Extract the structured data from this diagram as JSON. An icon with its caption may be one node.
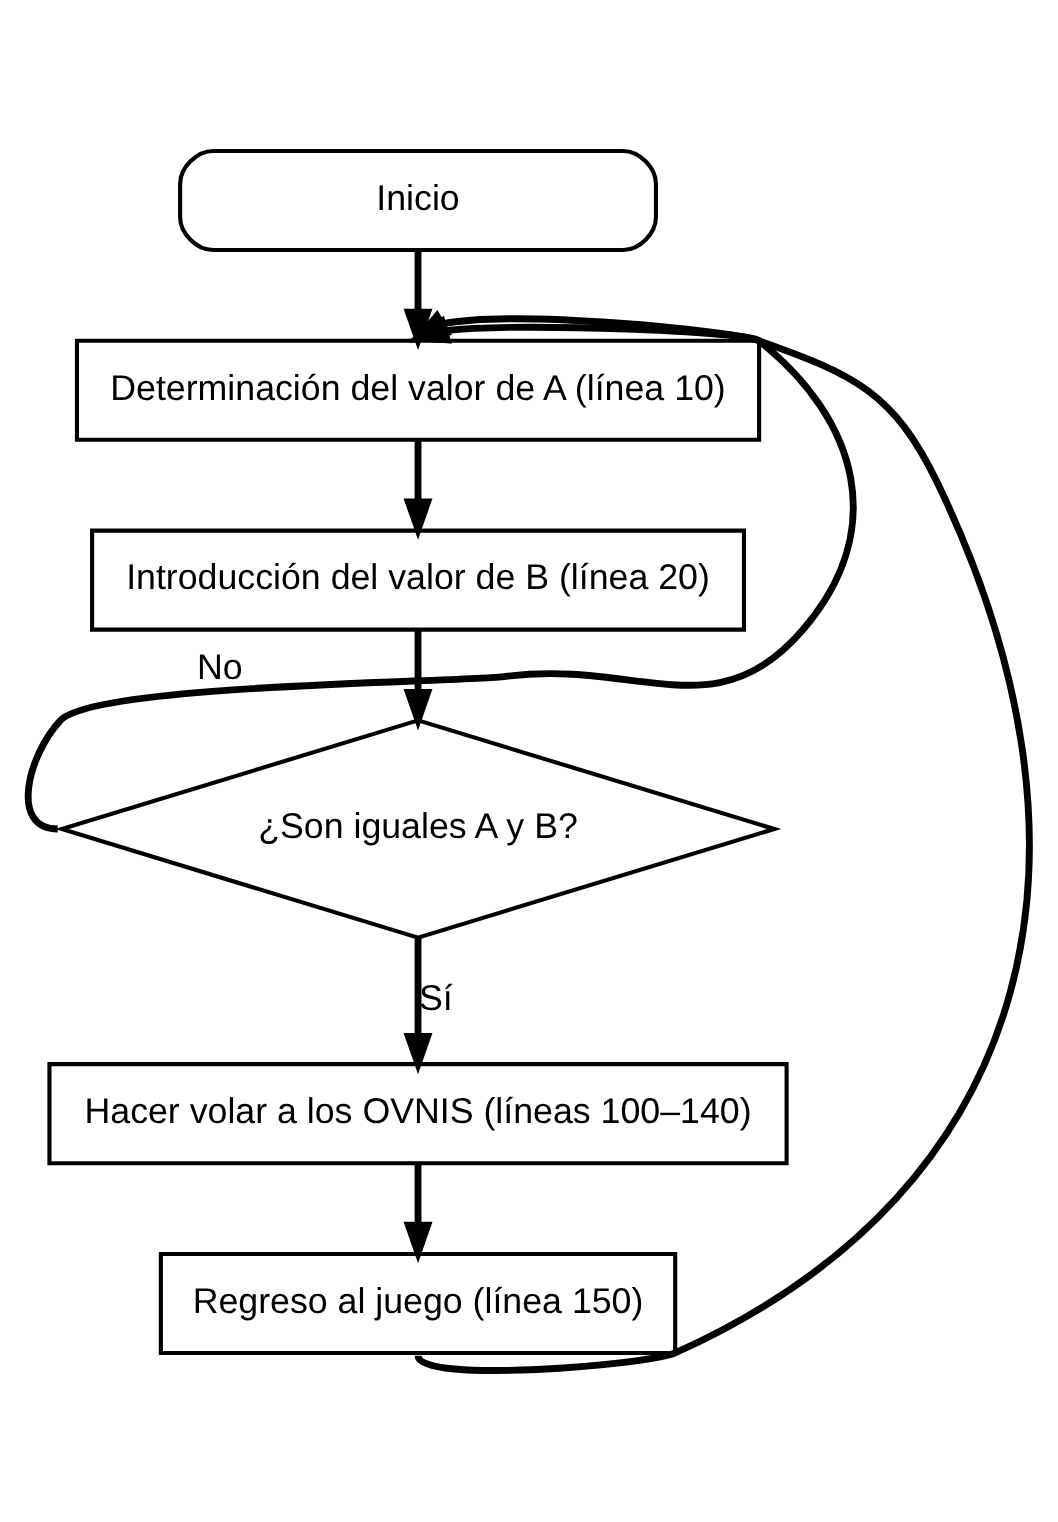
{
  "diagram": {
    "nodes": [
      {
        "text": [
          "Inicio"
        ]
      },
      {
        "text": [
          "Determinación del valor de A (línea 10)"
        ]
      },
      {
        "text": [
          "Introducción del valor de B (línea 20)"
        ]
      },
      {
        "text": [
          "¿Son iguales A y B?"
        ]
      },
      {
        "text": [
          "Hacer volar a los OVNIS (líneas 100–140)"
        ]
      },
      {
        "text": [
          "Regreso al juego (línea 150)"
        ]
      }
    ],
    "edges": [
      {
        "from": 0,
        "to": 1,
        "arrow": "to"
      },
      {
        "from": 1,
        "to": 2,
        "arrow": "to"
      },
      {
        "from": 2,
        "to": 3,
        "arrow": "to"
      },
      {
        "from": 3,
        "to": 1,
        "arrow": "to",
        "label": "No"
      },
      {
        "from": 3,
        "to": 4,
        "arrow": "to",
        "label": "Sí"
      },
      {
        "from": 4,
        "to": 5,
        "arrow": "to"
      },
      {
        "from": 5,
        "to": 1,
        "arrow": "to"
      }
    ]
  }
}
